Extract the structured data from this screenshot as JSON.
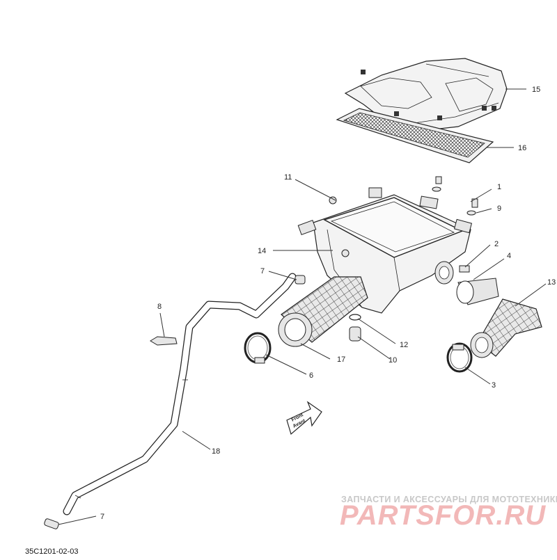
{
  "diagram": {
    "reference_code": "35C1201-02-03",
    "front_arrow": {
      "line1": "Front",
      "line2": "Avant"
    },
    "callouts": [
      {
        "id": "c1",
        "label": "1"
      },
      {
        "id": "c2",
        "label": "2"
      },
      {
        "id": "c3",
        "label": "3"
      },
      {
        "id": "c4",
        "label": "4"
      },
      {
        "id": "c6",
        "label": "6"
      },
      {
        "id": "c7a",
        "label": "7"
      },
      {
        "id": "c7b",
        "label": "7"
      },
      {
        "id": "c8",
        "label": "8"
      },
      {
        "id": "c9",
        "label": "9"
      },
      {
        "id": "c10",
        "label": "10"
      },
      {
        "id": "c11",
        "label": "11"
      },
      {
        "id": "c12",
        "label": "12"
      },
      {
        "id": "c13",
        "label": "13"
      },
      {
        "id": "c14",
        "label": "14"
      },
      {
        "id": "c15",
        "label": "15"
      },
      {
        "id": "c16",
        "label": "16"
      },
      {
        "id": "c17",
        "label": "17"
      },
      {
        "id": "c18",
        "label": "18"
      }
    ]
  },
  "watermark": {
    "tagline": "ЗАПЧАСТИ И АКСЕССУАРЫ ДЛЯ МОТОТЕХНИКИ",
    "logo": "PARTSFOR.RU"
  }
}
